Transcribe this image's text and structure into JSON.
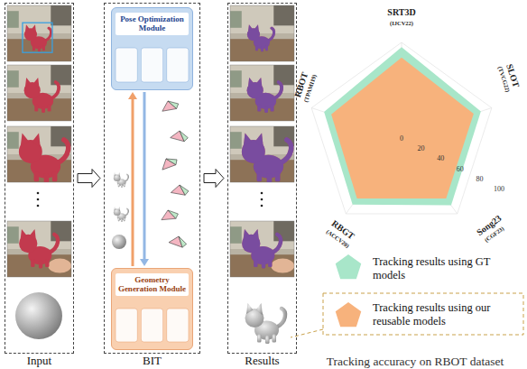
{
  "diagram": {
    "nodes": [
      {
        "text": [
          "Input"
        ]
      },
      {
        "text": [
          "BIT"
        ]
      },
      {
        "text": [
          "Pose Optimization Module"
        ],
        "in": 1
      },
      {
        "text": [
          "Geometry Generation Module"
        ],
        "in": 1
      },
      {
        "text": [
          "Results"
        ]
      }
    ],
    "edges": [
      {
        "from": 0,
        "to": 1,
        "arrow": "to"
      },
      {
        "from": 3,
        "to": 2,
        "arrow": "to"
      },
      {
        "from": 2,
        "to": 3,
        "arrow": "to"
      },
      {
        "from": 1,
        "to": 4,
        "arrow": "to"
      }
    ],
    "labels": [
      "SRT3D",
      "(IJCV22)",
      "SLOT",
      "(TVCG22)",
      "Song23",
      "(CGF23)",
      "RBGT",
      "(ACCV20)",
      "RBOT",
      "(TPAMI19)",
      "0",
      "20",
      "40",
      "60",
      "80",
      "100",
      "Tracking accuracy on RBOT dataset"
    ],
    "legend": [
      {
        "text": "Tracking results using GT models",
        "color": "#a8e6c9"
      },
      {
        "text": "Tracking results using our reusable models",
        "color": "#f7b27c"
      }
    ]
  }
}
